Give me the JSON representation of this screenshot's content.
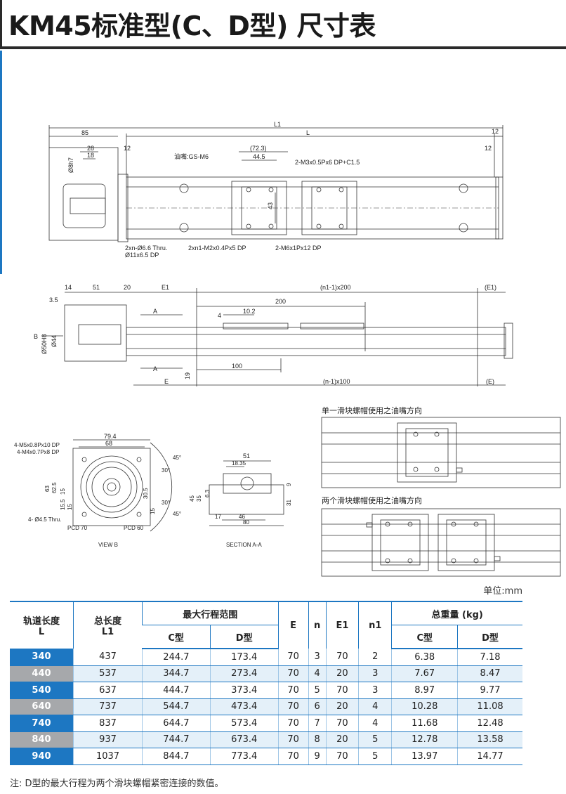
{
  "header": {
    "title": "KM45标准型(C、D型) 尺寸表"
  },
  "drawing": {
    "top_view": {
      "dims": [
        "L1",
        "L",
        "85",
        "12",
        "28",
        "18",
        "12",
        "(72.3)",
        "44.5",
        "12",
        "Ø8h7",
        "43"
      ],
      "callouts": [
        "油嘴:GS-M6",
        "2-M3x0.5Px6 DP+C1.5",
        "2xn-Ø6.6 Thru.",
        "Ø11x6.5 DP",
        "2xn1-M2x0.4Px5 DP",
        "2-M6x1Px12 DP"
      ]
    },
    "side_view": {
      "dims": [
        "14",
        "51",
        "20",
        "E1",
        "(n1-1)x200",
        "(E1)",
        "3.5",
        "200",
        "10.2",
        "4",
        "B",
        "Ø50H8",
        "Ø44",
        "A",
        "A",
        "19",
        "100",
        "E",
        "(n-1)x100",
        "(E)"
      ]
    },
    "view_b": {
      "dims": [
        "79.4",
        "68",
        "4-M5x0.8Px10 DP",
        "4-M4x0.7Px8 DP",
        "45°",
        "30°",
        "30°",
        "45°",
        "63",
        "62.5",
        "15",
        "15.5",
        "15",
        "30.5",
        "15",
        "4- Ø4.5 Thru.",
        "PCD 70",
        "PCD 60"
      ],
      "caption": "VIEW B"
    },
    "section_aa": {
      "dims": [
        "51",
        "18.35",
        "45",
        "35",
        "6.3",
        "9",
        "31",
        "17",
        "46",
        "80"
      ],
      "caption": "SECTION A-A"
    },
    "oil_single": {
      "title": "单一滑块螺帽使用之油嘴方向"
    },
    "oil_double": {
      "title": "两个滑块螺帽使用之油嘴方向"
    }
  },
  "unit": "单位:mm",
  "table": {
    "headers": {
      "rail_length": "轨道长度",
      "rail_length_sym": "L",
      "total_length": "总长度",
      "total_length_sym": "L1",
      "max_stroke": "最大行程范围",
      "c_type": "C型",
      "d_type": "D型",
      "e": "E",
      "n": "n",
      "e1": "E1",
      "n1": "n1",
      "weight": "总重量 (kg)",
      "w_c": "C型",
      "w_d": "D型"
    },
    "rows": [
      [
        "340",
        "437",
        "244.7",
        "173.4",
        "70",
        "3",
        "70",
        "2",
        "6.38",
        "7.18"
      ],
      [
        "440",
        "537",
        "344.7",
        "273.4",
        "70",
        "4",
        "20",
        "3",
        "7.67",
        "8.47"
      ],
      [
        "540",
        "637",
        "444.7",
        "373.4",
        "70",
        "5",
        "70",
        "3",
        "8.97",
        "9.77"
      ],
      [
        "640",
        "737",
        "544.7",
        "473.4",
        "70",
        "6",
        "20",
        "4",
        "10.28",
        "11.08"
      ],
      [
        "740",
        "837",
        "644.7",
        "573.4",
        "70",
        "7",
        "70",
        "4",
        "11.68",
        "12.48"
      ],
      [
        "840",
        "937",
        "744.7",
        "673.4",
        "70",
        "8",
        "20",
        "5",
        "12.78",
        "13.58"
      ],
      [
        "940",
        "1037",
        "844.7",
        "773.4",
        "70",
        "9",
        "70",
        "5",
        "13.97",
        "14.77"
      ]
    ]
  },
  "note": "注: D型的最大行程为两个滑块螺帽紧密连接的数值。"
}
